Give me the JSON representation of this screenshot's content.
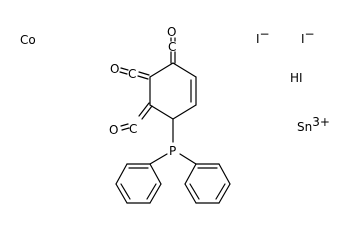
{
  "species": {
    "cobalt": "Co",
    "iodide_1": "I",
    "iodide_1_charge": "−",
    "iodide_2": "I",
    "iodide_2_charge": "−",
    "hydrogen_iodide": "HI",
    "tin": "Sn",
    "tin_charge": "3+"
  },
  "structure": {
    "atoms": {
      "c_top": "C",
      "o_top": "O",
      "c_mid": "C",
      "o_mid": "O",
      "c_low": "C",
      "o_low": "O",
      "phosphorus": "P"
    }
  },
  "colors": {
    "ink": "#000000",
    "background": "#ffffff"
  }
}
